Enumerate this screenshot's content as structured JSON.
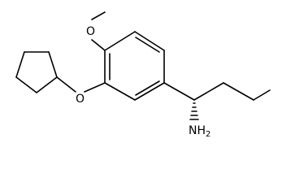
{
  "molecule": {
    "atoms": {
      "methoxy_o": "O",
      "ether_o": "O",
      "amine": {
        "element": "NH",
        "subscript": "2"
      }
    }
  }
}
